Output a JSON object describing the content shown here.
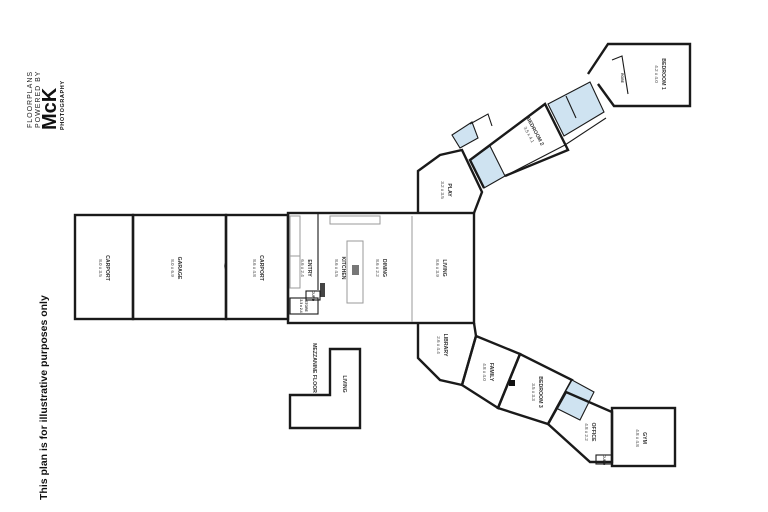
{
  "branding": {
    "line1": "FLOORPLANS",
    "line2": "POWERED BY",
    "name": "McK",
    "tag": "PHOTOGRAPHY"
  },
  "notice": "This plan is for illustrative purposes only",
  "rooms": {
    "carport_left": {
      "name": "CARPORT",
      "dims": "8.0 x 3.5"
    },
    "garage": {
      "name": "GARAGE",
      "dims": "8.0 x 6.9"
    },
    "carport_mid": {
      "name": "CARPORT",
      "dims": "8.6 x 4.8"
    },
    "entry": {
      "name": "ENTRY",
      "dims": "6.6 x 2.4"
    },
    "kitchen": {
      "name": "KITCHEN",
      "dims": "8.6 x 4.5"
    },
    "dining": {
      "name": "DINING",
      "dims": "8.6 x 2.2"
    },
    "living": {
      "name": "LIVING",
      "dims": "8.6 x 3.9"
    },
    "store": {
      "name": "STORE",
      "dims": "2.3 x 2.4"
    },
    "cupd_entry": {
      "name": "CUP'D"
    },
    "play": {
      "name": "PLAY",
      "dims": "3.2 x 3.5"
    },
    "bedroom2": {
      "name": "BEDROOM 2",
      "dims": "3.5 x 4.1"
    },
    "bedroom1": {
      "name": "BEDROOM 1",
      "dims": "4.2 x 4.0"
    },
    "robe": {
      "name": "ROBE"
    },
    "library": {
      "name": "LIBRARY",
      "dims": "2.6 x 4.4"
    },
    "family": {
      "name": "FAMILY",
      "dims": "4.8 x 4.0"
    },
    "bedroom3": {
      "name": "BEDROOM 3",
      "dims": "3.5 x 3.3"
    },
    "office": {
      "name": "OFFICE",
      "dims": "4.8 x 2.2"
    },
    "gym": {
      "name": "GYM",
      "dims": "4.8 x 4.8"
    },
    "cupd_office": {
      "name": "CUP'D"
    },
    "mezzanine": {
      "name": "MEZZANINE FLOOR"
    },
    "mezz_living": {
      "name": "LIVING"
    }
  },
  "colors": {
    "wall": "#1a1a1a",
    "wet_area": "#cfe3f1",
    "background": "#ffffff"
  }
}
